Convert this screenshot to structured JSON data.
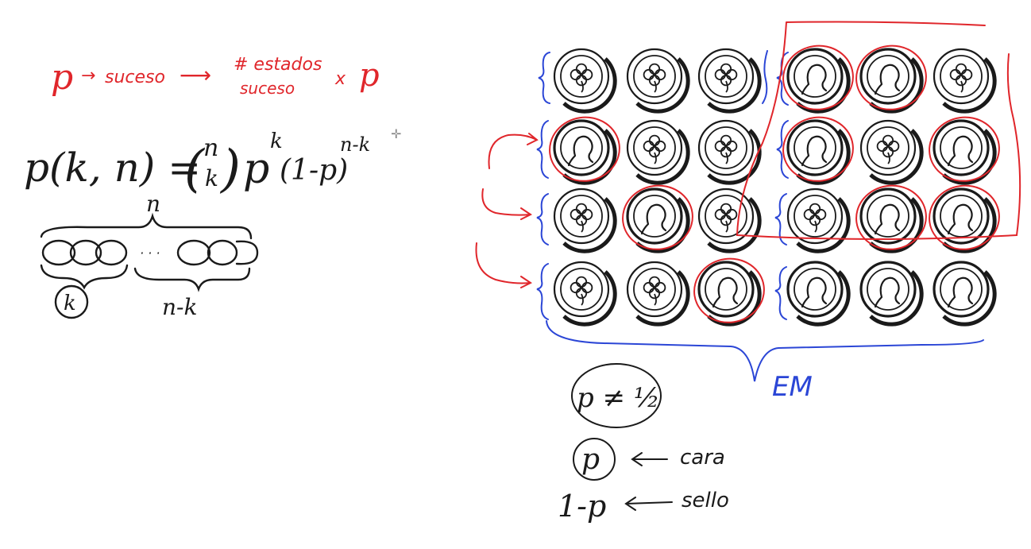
{
  "colors": {
    "ink": "#1a1a1a",
    "red": "#e0262b",
    "blue": "#2b46d6",
    "background": "#ffffff"
  },
  "notes": {
    "p": "p",
    "arrow1": "→",
    "suceso": "suceso",
    "arrow2": "⟶",
    "estados_top": "# estados",
    "estados_bottom": "suceso",
    "times": "x",
    "p2": "p"
  },
  "formula": {
    "lhs": "p(k, n) =",
    "binom_top": "n",
    "binom_bottom": "k",
    "p_base": "p",
    "k_exp": "k",
    "one_minus_p": "(1-p)",
    "nk_exp": "n-k"
  },
  "diagram": {
    "n_label": "n",
    "ellipsis": "· · ·",
    "k_label": "k",
    "nk_label": "n-k"
  },
  "grid": {
    "rows": 4,
    "cols": 6,
    "faces": [
      [
        "clover",
        "clover",
        "clover",
        "head",
        "head",
        "clover"
      ],
      [
        "head",
        "clover",
        "clover",
        "head",
        "clover",
        "head"
      ],
      [
        "clover",
        "head",
        "clover",
        "clover",
        "head",
        "head"
      ],
      [
        "clover",
        "clover",
        "head",
        "head",
        "head",
        "head"
      ]
    ],
    "circled": [
      [
        false,
        false,
        false,
        true,
        true,
        false
      ],
      [
        true,
        false,
        false,
        true,
        false,
        true
      ],
      [
        false,
        true,
        false,
        false,
        true,
        true
      ],
      [
        false,
        false,
        true,
        false,
        false,
        false
      ]
    ]
  },
  "bottom": {
    "em_label": "EM",
    "p_neq": "p ≠ ½",
    "p_circ": "p",
    "cara": "cara",
    "one_minus_p": "1-p",
    "sello": "sello"
  }
}
